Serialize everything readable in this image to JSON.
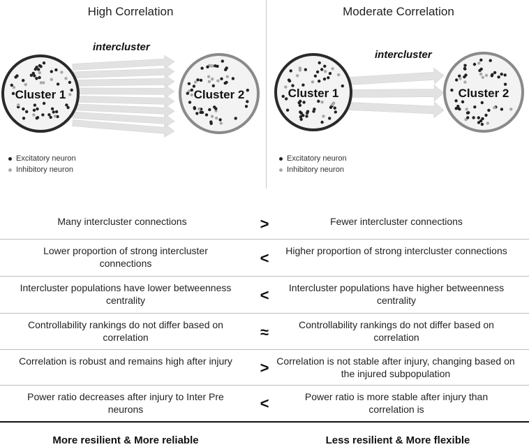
{
  "left_panel": {
    "title": "High Correlation",
    "intercluster_label": "intercluster",
    "cluster_a": "Cluster 1",
    "cluster_b": "Cluster 2",
    "arrow_count": 8
  },
  "right_panel": {
    "title": "Moderate Correlation",
    "intercluster_label": "intercluster",
    "cluster_a": "Cluster 1",
    "cluster_b": "Cluster 2",
    "arrow_count": 3
  },
  "legend": {
    "excitatory": "Excitatory neuron",
    "inhibitory": "Inhibitory neuron"
  },
  "colors": {
    "excitatory": "#222222",
    "inhibitory": "#a8a8a8",
    "arrow": "#e2e2e2",
    "cluster_fill": "#f3f3f3",
    "cluster1_border": "#2a2a2a",
    "cluster2_border": "#8a8a8a"
  },
  "comparisons": [
    {
      "left": "Many intercluster connections",
      "symbol": ">",
      "right": "Fewer intercluster connections"
    },
    {
      "left": "Lower proportion of  strong intercluster connections",
      "symbol": "<",
      "right": "Higher proportion of strong intercluster connections"
    },
    {
      "left": "Intercluster populations have lower betweenness centrality",
      "symbol": "<",
      "right": "Intercluster populations have higher betweenness centrality"
    },
    {
      "left": "Controllability rankings do not differ based on correlation",
      "symbol": "≈",
      "right": "Controllability rankings do not differ based on correlation"
    },
    {
      "left": "Correlation is robust and remains high after injury",
      "symbol": ">",
      "right": "Correlation is not stable after injury, changing based on the injured subpopulation"
    },
    {
      "left": "Power ratio decreases after injury to Inter Pre neurons",
      "symbol": "<",
      "right": "Power ratio is more stable after injury than correlation is"
    }
  ],
  "footer": {
    "left": "More resilient & More reliable",
    "right": "Less resilient & More flexible"
  }
}
